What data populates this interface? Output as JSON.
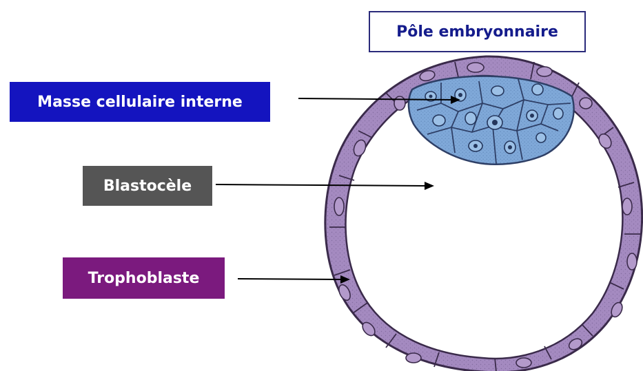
{
  "labels": {
    "pole": "Pôle embryonnaire",
    "masse": "Masse cellulaire interne",
    "blasto": "Blastocèle",
    "tropho": "Trophoblaste"
  },
  "colors": {
    "pole_text": "#151c8c",
    "masse_bg": "#1414bf",
    "blasto_bg": "#555555",
    "tropho_bg": "#7b1a7e",
    "trophoblast_cells": "#9e84b8",
    "inner_cell_mass": "#7fa8d8"
  }
}
